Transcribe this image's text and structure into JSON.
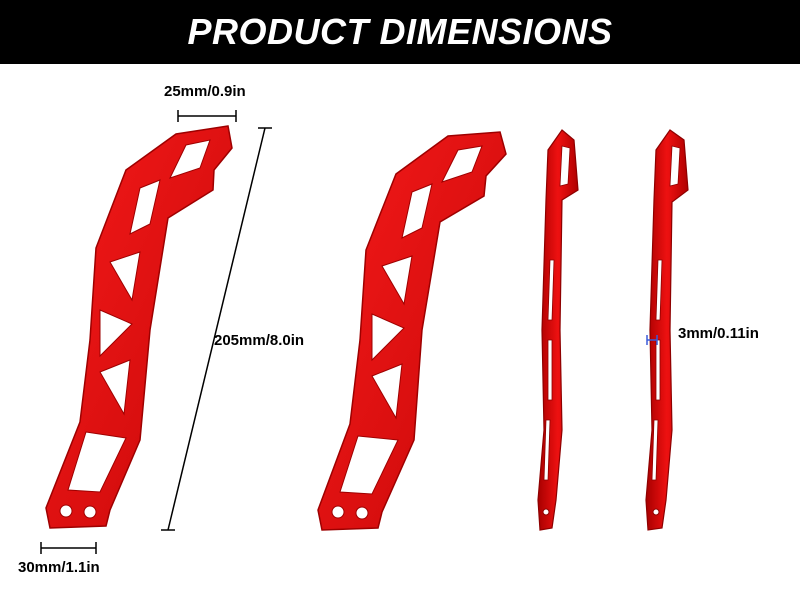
{
  "header": {
    "title": "PRODUCT DIMENSIONS"
  },
  "dimensions": {
    "top_width": "25mm/0.9in",
    "length": "205mm/8.0in",
    "bottom_width": "30mm/1.1in",
    "thickness": "3mm/0.11in"
  },
  "colors": {
    "header_bg": "#000000",
    "header_text": "#ffffff",
    "part_red": "#e30d0d",
    "part_dark": "#a80000",
    "measure_line": "#000000",
    "thickness_marker": "#3a5bd9"
  }
}
